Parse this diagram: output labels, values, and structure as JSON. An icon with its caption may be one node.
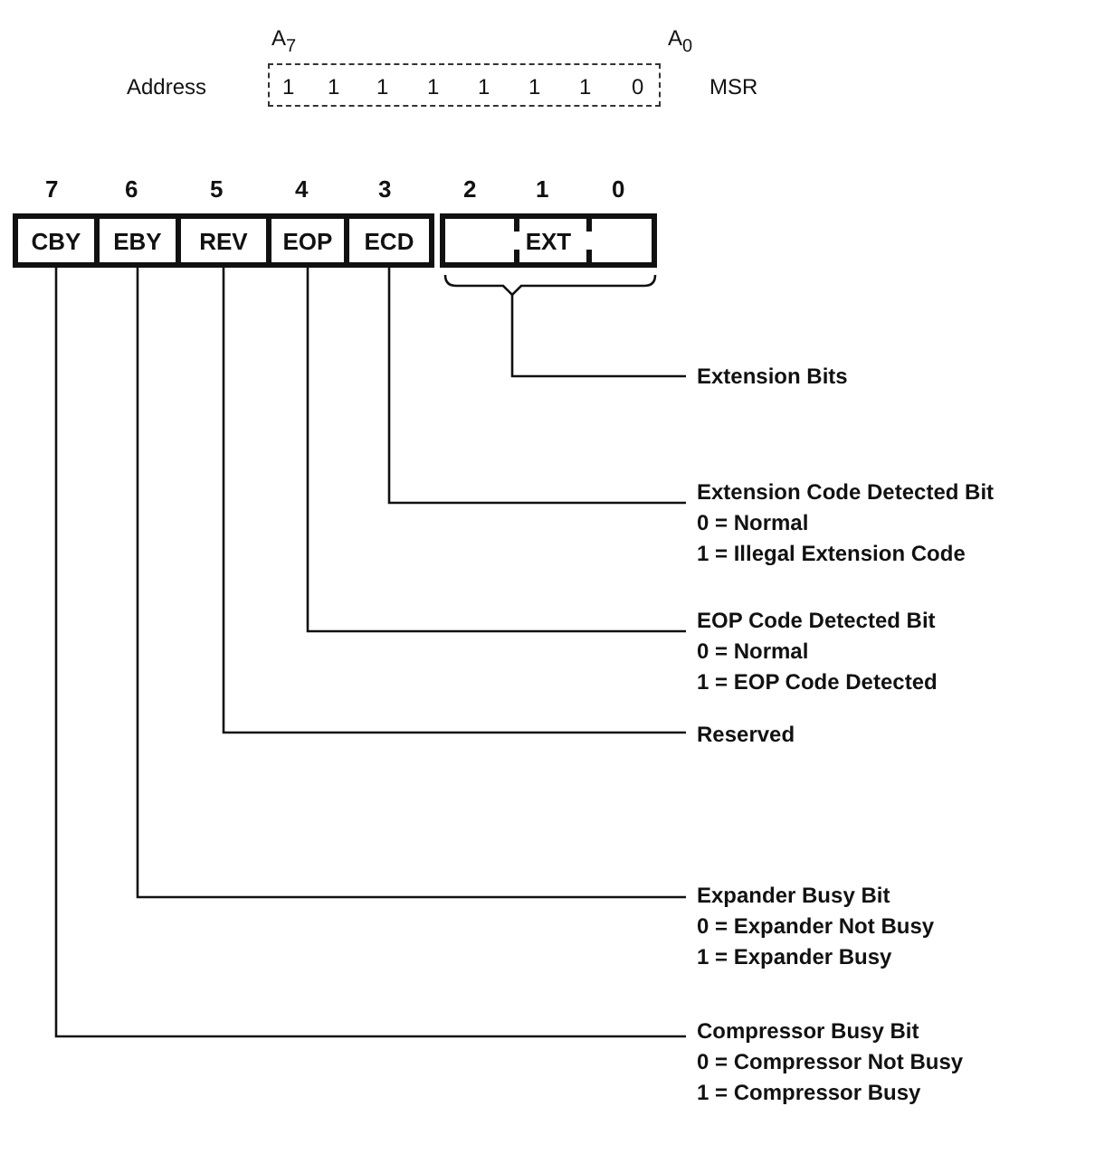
{
  "diagram": {
    "nodes": [
      {
        "text": [
          "CBY"
        ]
      },
      {
        "text": [
          "EBY"
        ]
      },
      {
        "text": [
          "REV"
        ]
      },
      {
        "text": [
          "EOP"
        ]
      },
      {
        "text": [
          "ECD"
        ]
      },
      {
        "text": [
          "EXT"
        ]
      },
      {
        "text": [
          "Extension Bits"
        ]
      },
      {
        "text": [
          "Extension Code Detected Bit",
          "0 = Normal",
          "1 = Illegal Extension Code"
        ]
      },
      {
        "text": [
          "EOP Code Detected Bit",
          "0 = Normal",
          "1 = EOP Code Detected"
        ]
      },
      {
        "text": [
          "Reserved"
        ]
      },
      {
        "text": [
          "Expander Busy Bit",
          "0 = Expander Not Busy",
          "1 = Expander Busy"
        ]
      },
      {
        "text": [
          "Compressor Busy Bit",
          "0 = Compressor Not Busy",
          "1 = Compressor Busy"
        ]
      }
    ],
    "edges": [
      {
        "from": 6,
        "to": 5,
        "arrow": "none"
      },
      {
        "from": 7,
        "to": 4,
        "arrow": "none"
      },
      {
        "from": 8,
        "to": 3,
        "arrow": "none"
      },
      {
        "from": 9,
        "to": 2,
        "arrow": "none"
      },
      {
        "from": 10,
        "to": 1,
        "arrow": "none"
      },
      {
        "from": 11,
        "to": 0,
        "arrow": "none"
      }
    ],
    "labels": [
      "A$_{7}$",
      "A$_{0}$",
      "Address",
      "1",
      "1",
      "1",
      "1",
      "1",
      "1",
      "1",
      "0",
      "MSR",
      "7",
      "6",
      "5",
      "4",
      "3",
      "2",
      "1",
      "0"
    ]
  }
}
